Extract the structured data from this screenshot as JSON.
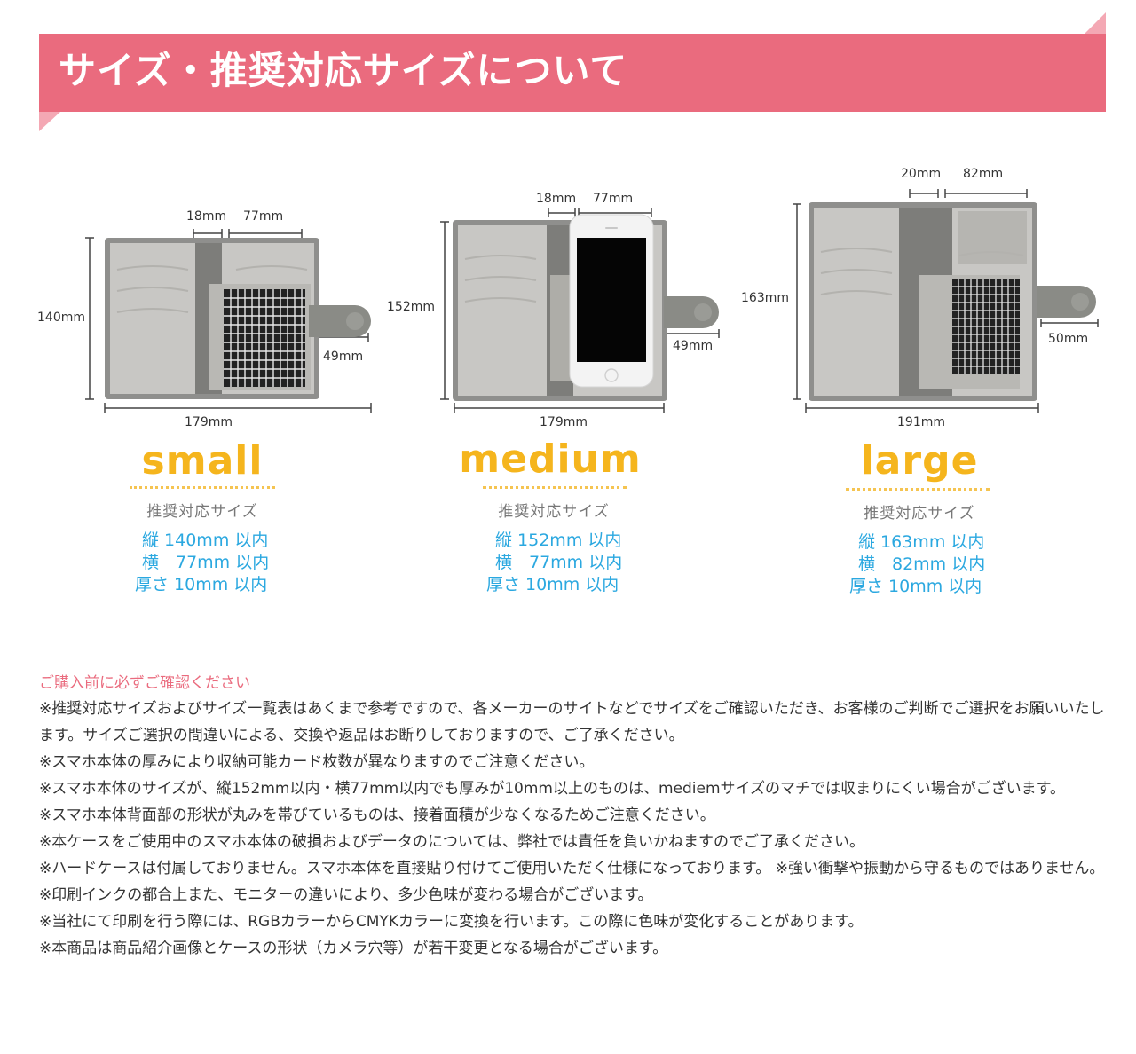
{
  "header": {
    "title": "サイズ・推奨対応サイズについて"
  },
  "sizes": [
    {
      "name": "small",
      "recommend_label": "推奨対応サイズ",
      "dims": {
        "height": "140mm",
        "width": "179mm",
        "spine": "18mm",
        "pocket": "77mm",
        "flap": "49mm"
      },
      "specs": {
        "height": "縦 140mm 以内",
        "width": "横　77mm 以内",
        "thickness": "厚さ 10mm 以内"
      }
    },
    {
      "name": "medium",
      "recommend_label": "推奨対応サイズ",
      "dims": {
        "height": "152mm",
        "width": "179mm",
        "spine": "18mm",
        "pocket": "77mm",
        "flap": "49mm"
      },
      "specs": {
        "height": "縦 152mm 以内",
        "width": "横　77mm 以内",
        "thickness": "厚さ 10mm 以内"
      }
    },
    {
      "name": "large",
      "recommend_label": "推奨対応サイズ",
      "dims": {
        "height": "163mm",
        "width": "191mm",
        "spine": "20mm",
        "pocket": "82mm",
        "flap": "50mm"
      },
      "specs": {
        "height": "縦 163mm 以内",
        "width": "横　82mm 以内",
        "thickness": "厚さ 10mm 以内"
      }
    }
  ],
  "notes": {
    "heading": "ご購入前に必ずご確認ください",
    "items": [
      "※推奨対応サイズおよびサイズ一覧表はあくまで参考ですので、各メーカーのサイトなどでサイズをご確認いただき、お客様のご判断でご選択をお願いいたします。サイズご選択の間違いによる、交換や返品はお断りしておりますので、ご了承ください。",
      "※スマホ本体の厚みにより収納可能カード枚数が異なりますのでご注意ください。",
      "※スマホ本体のサイズが、縦152mm以内・横77mm以内でも厚みが10mm以上のものは、mediemサイズのマチでは収まりにくい場合がございます。",
      "※スマホ本体背面部の形状が丸みを帯びているものは、接着面積が少なくなるためご注意ください。",
      "※本ケースをご使用中のスマホ本体の破損およびデータのについては、弊社では責任を負いかねますのでご了承ください。",
      "※ハードケースは付属しておりません。スマホ本体を直接貼り付けてご使用いただく仕様になっております。 ※強い衝撃や振動から守るものではありません。",
      "※印刷インクの都合上また、モニターの違いにより、多少色味が変わる場合がございます。",
      "※当社にて印刷を行う際には、RGBカラーからCMYKカラーに変換を行います。この際に色味が変化することがあります。",
      "※本商品は商品紹介画像とケースの形状（カメラ穴等）が若干変更となる場合がございます。"
    ]
  }
}
